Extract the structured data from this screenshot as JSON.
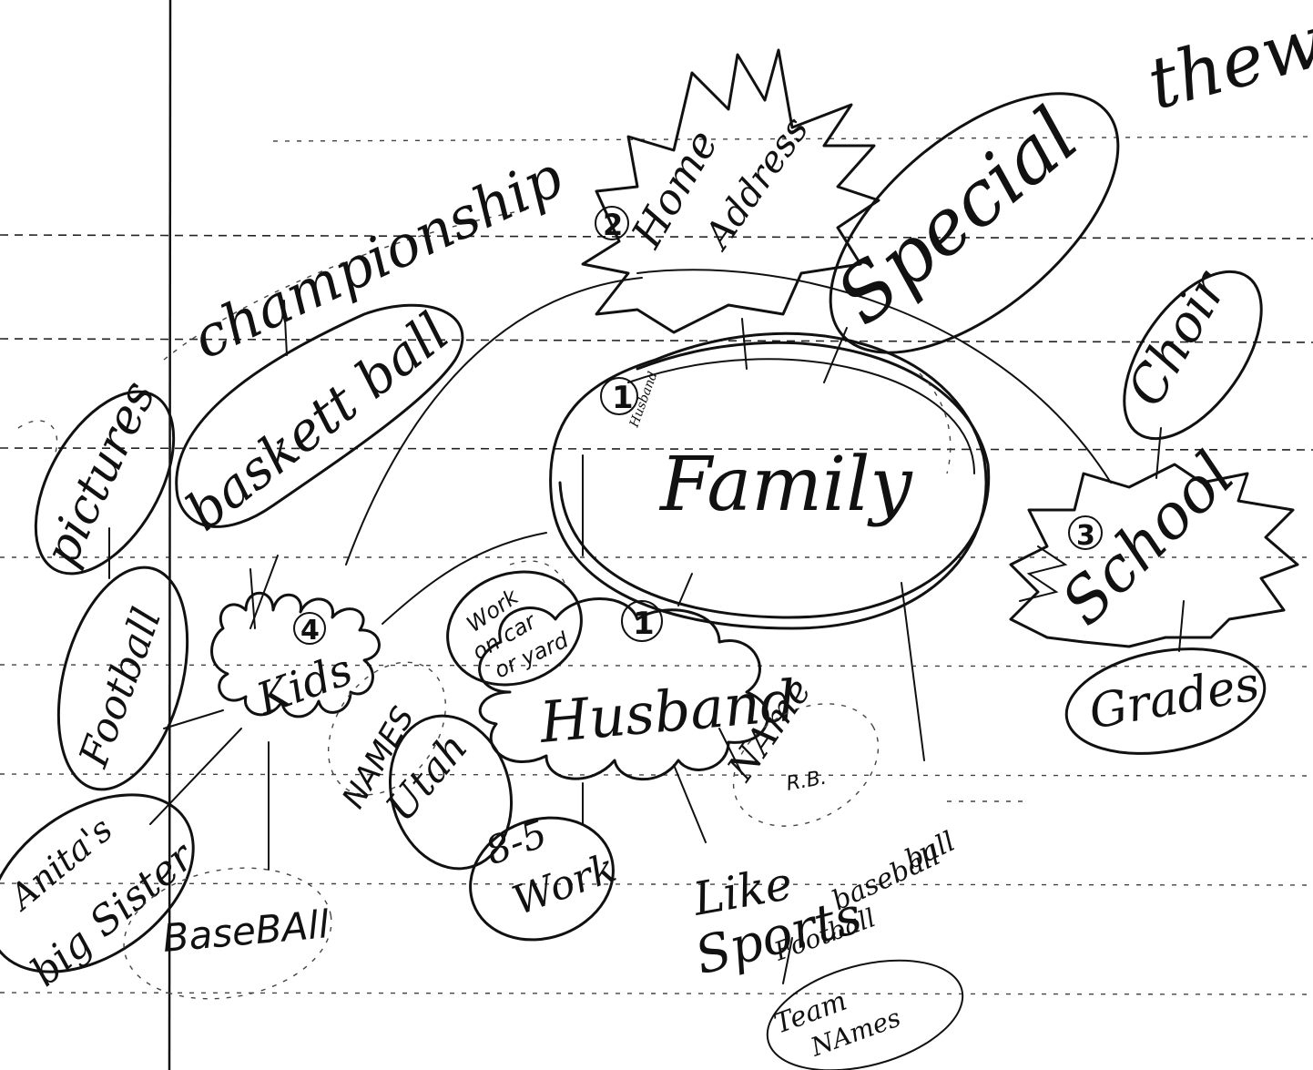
{
  "center": {
    "label": "Family"
  },
  "header_word": "thew",
  "branches": {
    "home": {
      "number": "2",
      "label_line1": "Home",
      "label_line2": "Address"
    },
    "special": {
      "label": "Special"
    },
    "choir": {
      "label": "Choir"
    },
    "school": {
      "number": "3",
      "label": "School"
    },
    "grades": {
      "label": "Grades"
    },
    "kids": {
      "number": "4",
      "label": "Kids"
    },
    "husband": {
      "number": "1",
      "label": "Husband"
    },
    "center_mark": {
      "number": "1",
      "tiny": "Husband"
    },
    "work_yard": {
      "line1": "Work",
      "line2": "on car",
      "line3": "or yard"
    },
    "utah": {
      "label": "Utah"
    },
    "name_rb": {
      "line1": "NAme",
      "line2": "R.B."
    },
    "work_hours": {
      "line1": "8-5",
      "line2": "Work"
    },
    "sports": {
      "line1": "Like",
      "line2": "Sports",
      "detail1": "baseball",
      "detail2": "ball",
      "detail3": "Football",
      "team_line1": "Team",
      "team_line2": "NAmes"
    },
    "names": {
      "label": "NAMES"
    },
    "basketball": {
      "label": "baskett ball"
    },
    "championship": {
      "label": "championship"
    },
    "pictures": {
      "label": "pictures"
    },
    "football": {
      "label": "Football"
    },
    "baseball": {
      "label": "BaseBAll"
    },
    "sister": {
      "line1": "Anita's",
      "line2": "big Sister"
    }
  }
}
